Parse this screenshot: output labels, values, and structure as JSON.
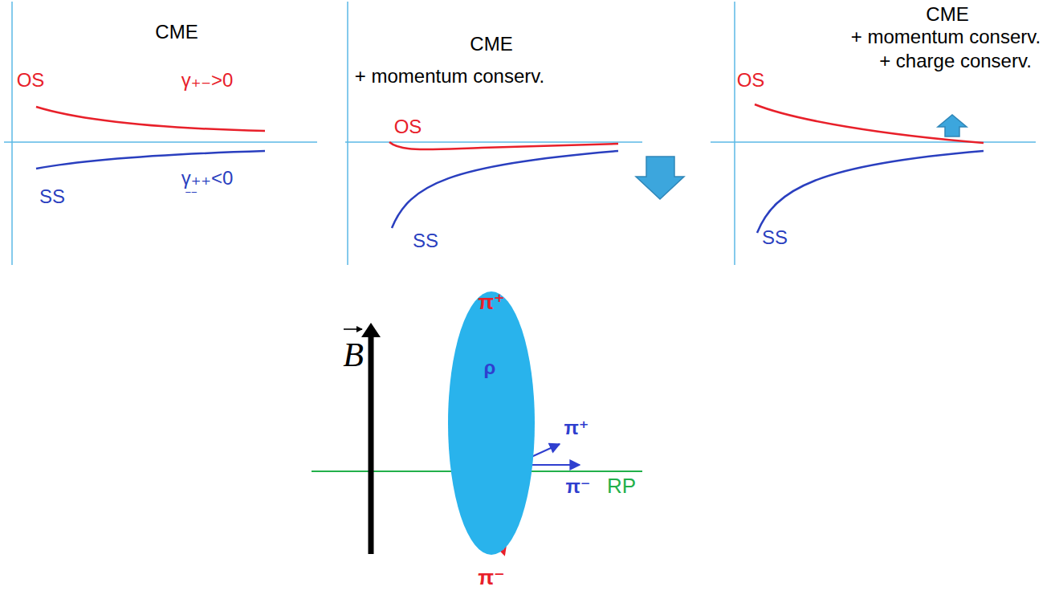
{
  "diagram": {
    "nodes": [
      {
        "text": [
          "π⁺",
          "ρ",
          "π⁻"
        ]
      }
    ],
    "labels": [
      "CME",
      "OS",
      "γ₊₋>0",
      "SS",
      "γ₊₊<0",
      "−−",
      "CME",
      "+ momentum conserv.",
      "OS",
      "SS",
      "CME",
      "+ momentum conserv.",
      "+ charge conserv.",
      "OS",
      "SS",
      "B",
      "π⁺",
      "π⁻",
      "RP"
    ]
  }
}
